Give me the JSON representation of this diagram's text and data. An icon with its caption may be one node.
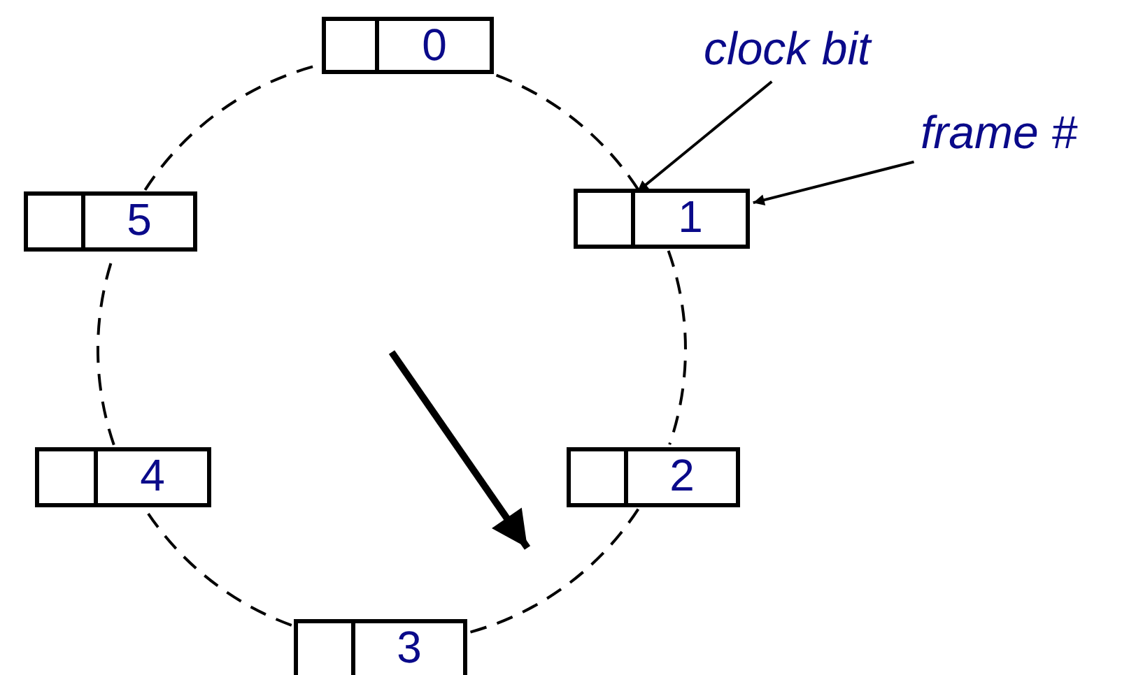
{
  "diagram": {
    "nodes": [
      {
        "text": [
          "clock bit"
        ]
      },
      {
        "text": [
          "frame #"
        ]
      },
      {
        "text": [],
        "shape": "box"
      },
      {
        "text": [
          "0"
        ]
      },
      {
        "text": [],
        "shape": "box"
      },
      {
        "text": [
          "1"
        ]
      },
      {
        "text": [],
        "shape": "box"
      },
      {
        "text": [
          "2"
        ]
      },
      {
        "text": [],
        "shape": "box"
      },
      {
        "text": [
          "3"
        ]
      },
      {
        "text": [],
        "shape": "box"
      },
      {
        "text": [
          "4"
        ]
      },
      {
        "text": [],
        "shape": "box"
      },
      {
        "text": [
          "5"
        ]
      }
    ],
    "edges": [
      {
        "from": 0,
        "to": 4,
        "arrow": "to"
      },
      {
        "from": 1,
        "to": 5,
        "arrow": "to"
      },
      {
        "from": 3,
        "to": 4,
        "arrow": "none",
        "style": "dashed"
      },
      {
        "from": 5,
        "to": 7,
        "arrow": "none",
        "style": "dashed"
      },
      {
        "from": 7,
        "to": 9,
        "arrow": "none",
        "style": "dashed"
      },
      {
        "from": 8,
        "to": 11,
        "arrow": "none",
        "style": "dashed"
      },
      {
        "from": 11,
        "to": 13,
        "arrow": "none",
        "style": "dashed"
      },
      {
        "from": 13,
        "to": 2,
        "arrow": "none",
        "style": "dashed"
      }
    ]
  }
}
